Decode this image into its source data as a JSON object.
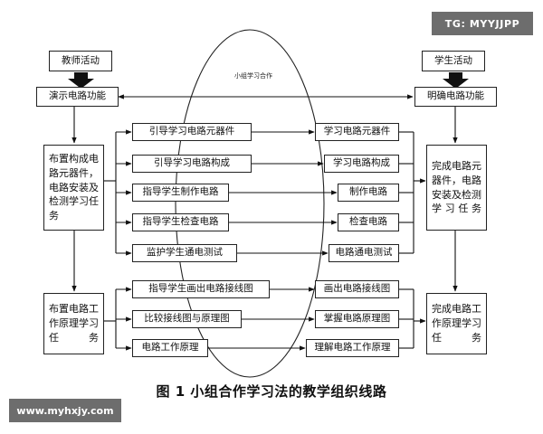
{
  "watermark_top": "TG: MYYJJPP",
  "watermark_bottom": "www.myhxjy.com",
  "oval_label": "小组学习合作",
  "caption": "图 1 小组合作学习法的教学组织线路",
  "teacher": {
    "title": "教师活动",
    "demo": "演示电路功能",
    "task1": "布置构成电路元器件，电路安装及检测学习任务",
    "task2": "布置电路工作原理学习任务"
  },
  "student": {
    "title": "学生活动",
    "clarify": "明确电路功能",
    "complete1": "完成电路元器件，电路安装及检测学习任务",
    "complete2": "完成电路工作原理学习任务"
  },
  "center_left": [
    "引导学习电路元器件",
    "引导学习电路构成",
    "指导学生制作电路",
    "指导学生检查电路",
    "监护学生通电测试",
    "指导学生画出电路接线图",
    "比较接线图与原理图",
    "电路工作原理"
  ],
  "center_right": [
    "学习电路元器件",
    "学习电路构成",
    "制作电路",
    "检查电路",
    "电路通电测试",
    "画出电路接线图",
    "掌握电路原理图",
    "理解电路工作原理"
  ]
}
